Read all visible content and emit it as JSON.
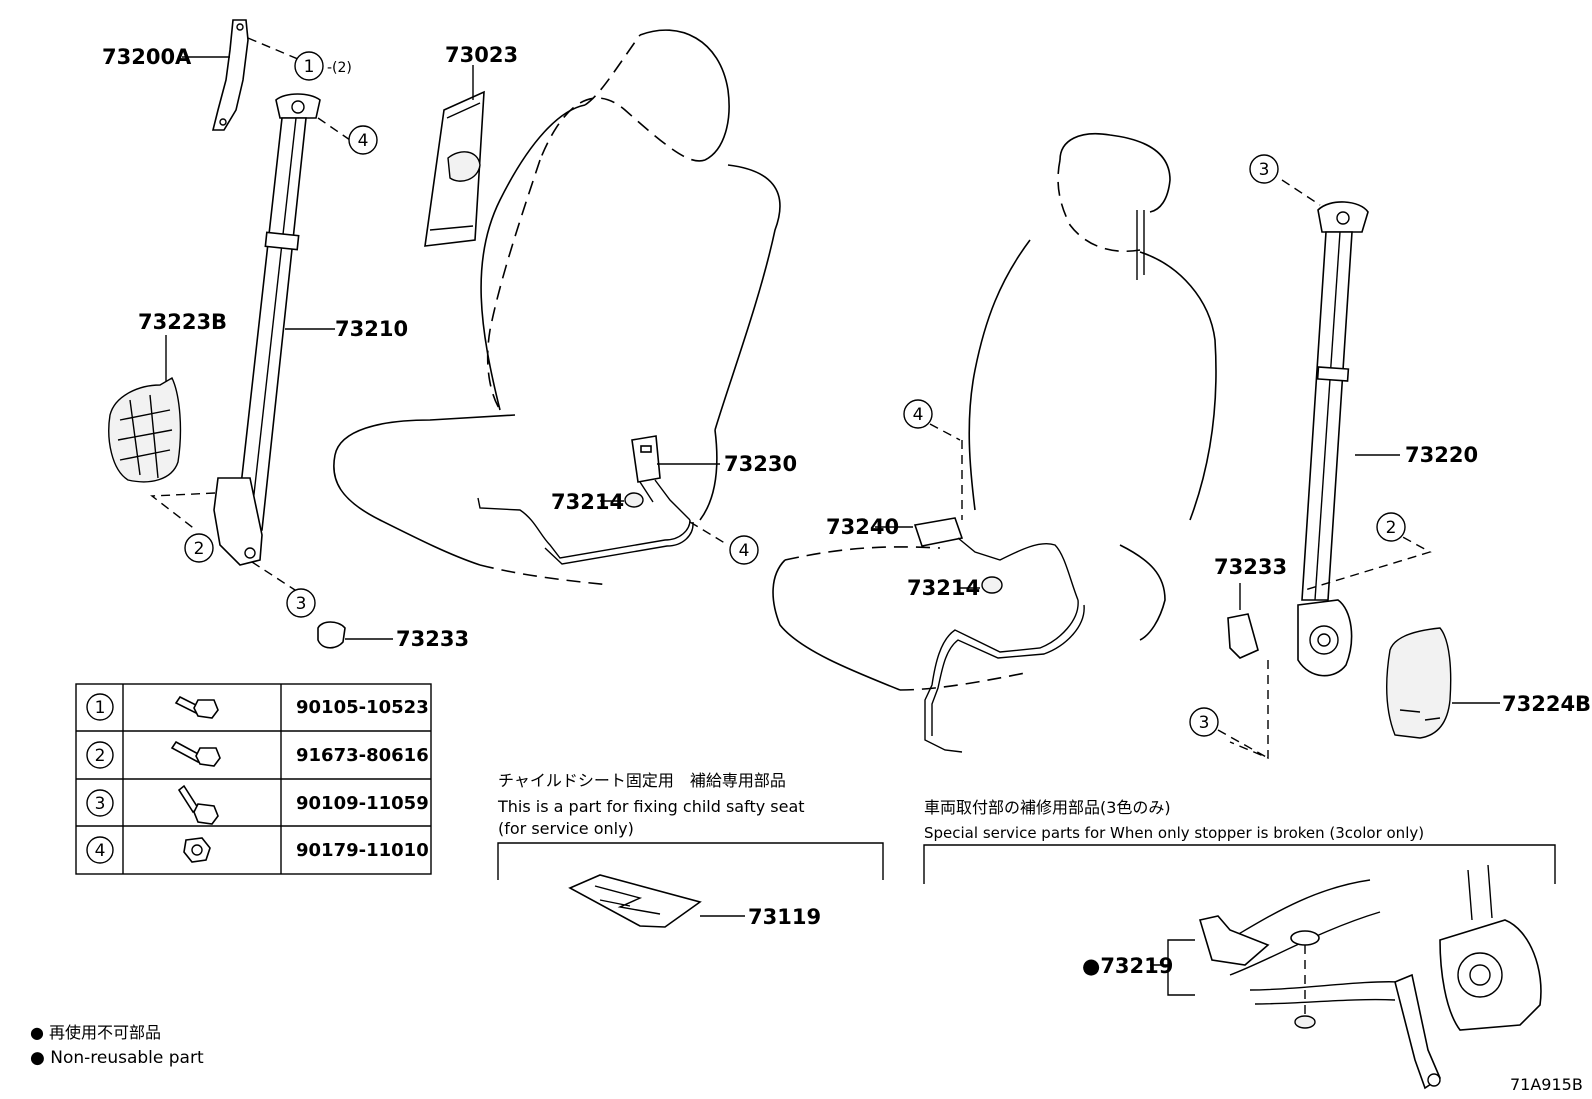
{
  "diagram_code": "71A915B",
  "parts": {
    "p73200A": "73200A",
    "p73023": "73023",
    "p73223B": "73223B",
    "p73210": "73210",
    "p73233_left": "73233",
    "p73230": "73230",
    "p73214_left": "73214",
    "p73240": "73240",
    "p73214_right": "73214",
    "p73220": "73220",
    "p73233_right": "73233",
    "p73224B": "73224B",
    "p73119": "73119",
    "p73219": "●73219"
  },
  "callouts": {
    "c1": "1",
    "c1_qty": "-(2)",
    "c2": "2",
    "c3": "3",
    "c4": "4"
  },
  "fastener_table": [
    {
      "ref": "1",
      "part_no": "90105-10523"
    },
    {
      "ref": "2",
      "part_no": "91673-80616"
    },
    {
      "ref": "3",
      "part_no": "90109-11059"
    },
    {
      "ref": "4",
      "part_no": "90179-11010"
    }
  ],
  "child_seat_box": {
    "title_jp": "チャイルドシート固定用　補給専用部品",
    "line1": "This is a part for fixing child safty seat",
    "line2": "(for service only)"
  },
  "stopper_box": {
    "title_jp": "車両取付部の補修用部品(3色のみ)",
    "line1": "Special service parts for When only stopper is broken (3color only)"
  },
  "legend": {
    "jp": "● 再使用不可部品",
    "en": "● Non-reusable part"
  }
}
